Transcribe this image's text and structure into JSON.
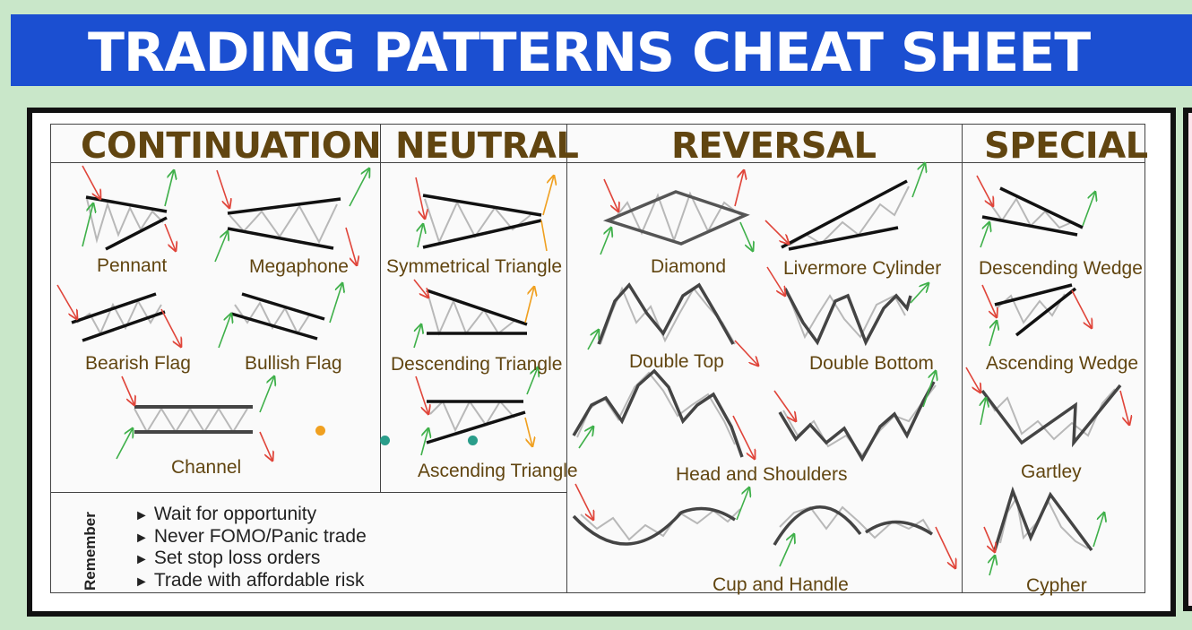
{
  "header": {
    "title": "TRADING PATTERNS CHEAT SHEET"
  },
  "sections": {
    "continuation": "CONTINUATION",
    "neutral": "NEUTRAL",
    "reversal": "REVERSAL",
    "special": "SPECIAL"
  },
  "patterns": {
    "pennant": "Pennant",
    "megaphone": "Megaphone",
    "bearish_flag": "Bearish Flag",
    "bullish_flag": "Bullish Flag",
    "channel": "Channel",
    "symmetrical_triangle": "Symmetrical Triangle",
    "descending_triangle": "Descending Triangle",
    "ascending_triangle": "Ascending Triangle",
    "diamond": "Diamond",
    "livermore_cylinder": "Livermore Cylinder",
    "double_top": "Double Top",
    "double_bottom": "Double Bottom",
    "head_and_shoulders": "Head and Shoulders",
    "cup_and_handle": "Cup and Handle",
    "descending_wedge": "Descending Wedge",
    "ascending_wedge": "Ascending Wedge",
    "gartley": "Gartley",
    "cypher": "Cypher"
  },
  "remember": {
    "label": "Remember",
    "tips": [
      "Wait for opportunity",
      "Never FOMO/Panic trade",
      "Set stop loss orders",
      "Trade with affordable risk"
    ]
  },
  "colors": {
    "banner": "#1b4fd1",
    "background": "#c9e7c9",
    "title_text": "#614510",
    "up_arrow": "#3fb04a",
    "down_arrow": "#e0453a",
    "neutral_arrow": "#f0a020",
    "trendline": "#111111",
    "zigzag": "#b8b8b8"
  }
}
